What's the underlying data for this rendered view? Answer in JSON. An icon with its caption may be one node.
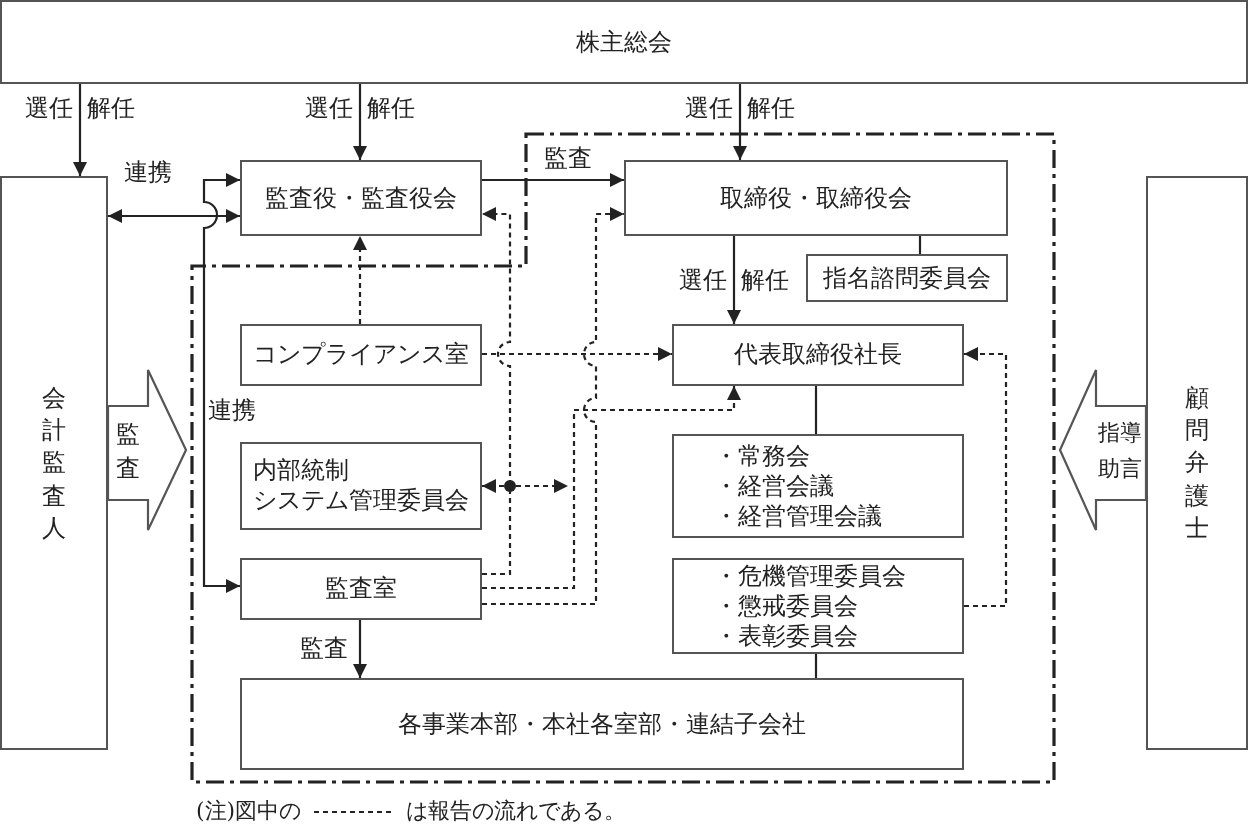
{
  "diagram": {
    "nodes": [
      {
        "text": [
          "株主総会"
        ]
      },
      {
        "text": [
          "会計監査人"
        ]
      },
      {
        "text": [
          "監査役・監査役会"
        ]
      },
      {
        "text": [
          "取締役・取締役会"
        ]
      },
      {
        "text": [
          "指名諮問委員会"
        ]
      },
      {
        "text": [
          "コンプライアンス室"
        ]
      },
      {
        "text": [
          "代表取締役社長"
        ]
      },
      {
        "text": [
          "顧問弁護士"
        ]
      },
      {
        "text": [
          "内部統制システム管理委員会"
        ]
      },
      {
        "text": [
          "・常務会",
          "・経営会議",
          "・経営管理会議"
        ]
      },
      {
        "text": [
          "・危機管理委員会",
          "・懲戒委員会",
          "・表彰委員会"
        ]
      },
      {
        "text": [
          "監査室"
        ]
      },
      {
        "text": [
          "各事業本部・本社各室部・連結子会社"
        ]
      },
      {
        "text": [],
        "shape": "circle"
      }
    ],
    "edges": [
      {
        "from": 0,
        "to": 1,
        "arrow": "to",
        "label": "選任 解任"
      },
      {
        "from": 0,
        "to": 2,
        "arrow": "to",
        "label": "選任 解任"
      },
      {
        "from": 0,
        "to": 3,
        "arrow": "to",
        "label": "選任 解任"
      },
      {
        "from": 1,
        "to": 2,
        "arrow": "both",
        "label": "連携"
      },
      {
        "from": 2,
        "to": 11,
        "arrow": "both",
        "label": "連携"
      },
      {
        "from": 2,
        "to": 3,
        "arrow": "to",
        "label": "監査"
      },
      {
        "from": 3,
        "to": 6,
        "arrow": "to",
        "label": "選任 解任"
      },
      {
        "from": 3,
        "to": 4,
        "arrow": "none"
      },
      {
        "from": 6,
        "to": 9,
        "arrow": "none"
      },
      {
        "from": 10,
        "to": 12,
        "arrow": "none"
      },
      {
        "from": 11,
        "to": 12,
        "arrow": "to",
        "label": "監査"
      },
      {
        "from": 5,
        "to": 2,
        "arrow": "to",
        "style": "dashed"
      },
      {
        "from": 5,
        "to": 6,
        "arrow": "to",
        "style": "dashed"
      },
      {
        "from": 11,
        "to": 2,
        "arrow": "to",
        "style": "dashed"
      },
      {
        "from": 11,
        "to": 3,
        "arrow": "to",
        "style": "dashed"
      },
      {
        "from": 11,
        "to": 6,
        "arrow": "to",
        "style": "dashed"
      },
      {
        "from": 10,
        "to": 6,
        "arrow": "to",
        "style": "dashed"
      },
      {
        "from": 13,
        "to": 8,
        "arrow": "to",
        "style": "dashed"
      },
      {
        "from": 13,
        "to": null,
        "arrow": "to",
        "style": "dashed"
      },
      {
        "from": 1,
        "to": null,
        "arrow": "to",
        "label": "監査"
      },
      {
        "from": 7,
        "to": null,
        "arrow": "to",
        "label": "指導助言"
      }
    ],
    "labels": [
      "(注)図中の",
      "は報告の流れである。"
    ]
  }
}
